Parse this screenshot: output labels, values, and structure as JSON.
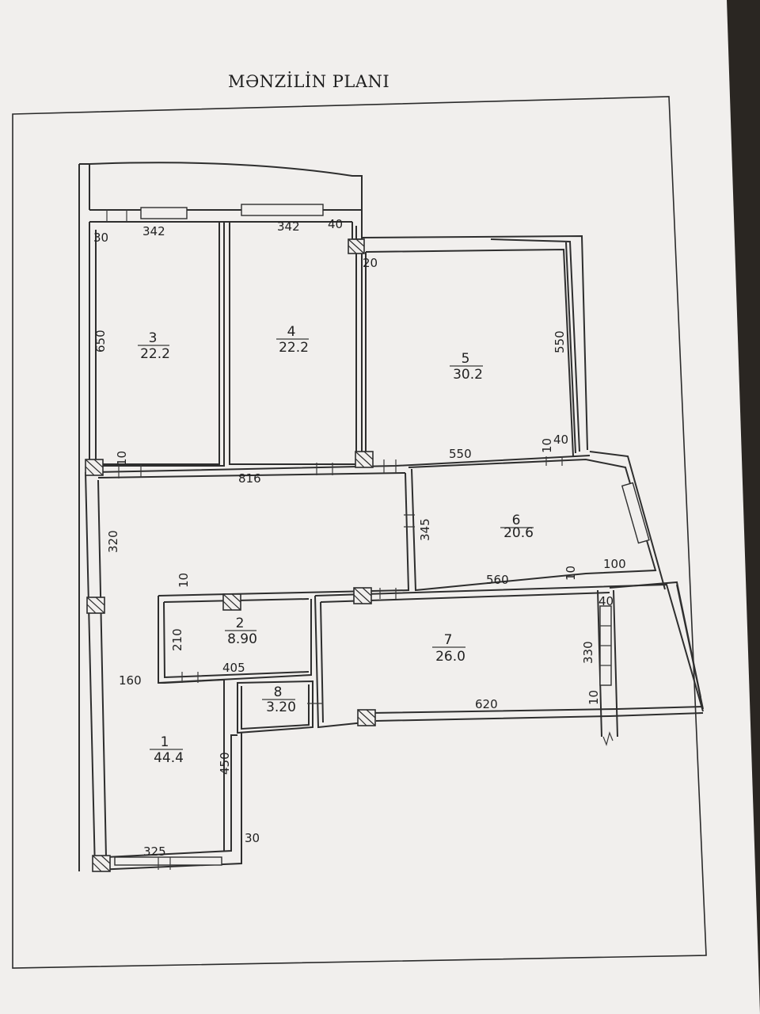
{
  "title": "MƏNZİLİN PLANI",
  "rooms": [
    {
      "number": "1",
      "area": "44.4"
    },
    {
      "number": "2",
      "area": "8.90"
    },
    {
      "number": "3",
      "area": "22.2"
    },
    {
      "number": "4",
      "area": "22.2"
    },
    {
      "number": "5",
      "area": "30.2"
    },
    {
      "number": "6",
      "area": "20.6"
    },
    {
      "number": "7",
      "area": "26.0"
    },
    {
      "number": "8",
      "area": "3.20"
    }
  ],
  "dimensions": {
    "top_left_342": "342",
    "top_mid_342": "342",
    "top_40": "40",
    "corner_30_top": "30",
    "corner_20": "20",
    "h_650": "650",
    "h_550": "550",
    "gap_10_left": "10",
    "gap_10_right": "10",
    "gap_40_right": "40",
    "w_550": "550",
    "w_816": "816",
    "h_320": "320",
    "h_345": "345",
    "gap_10_room2": "10",
    "gap_10_room6": "10",
    "w_560": "560",
    "w_100": "100",
    "gap_40_room7": "40",
    "h_210": "210",
    "h_330": "330",
    "w_405": "405",
    "h_160": "160",
    "w_620": "620",
    "gap_10_room7": "10",
    "h_450": "450",
    "corner_30_bottom": "30",
    "w_325": "325"
  }
}
